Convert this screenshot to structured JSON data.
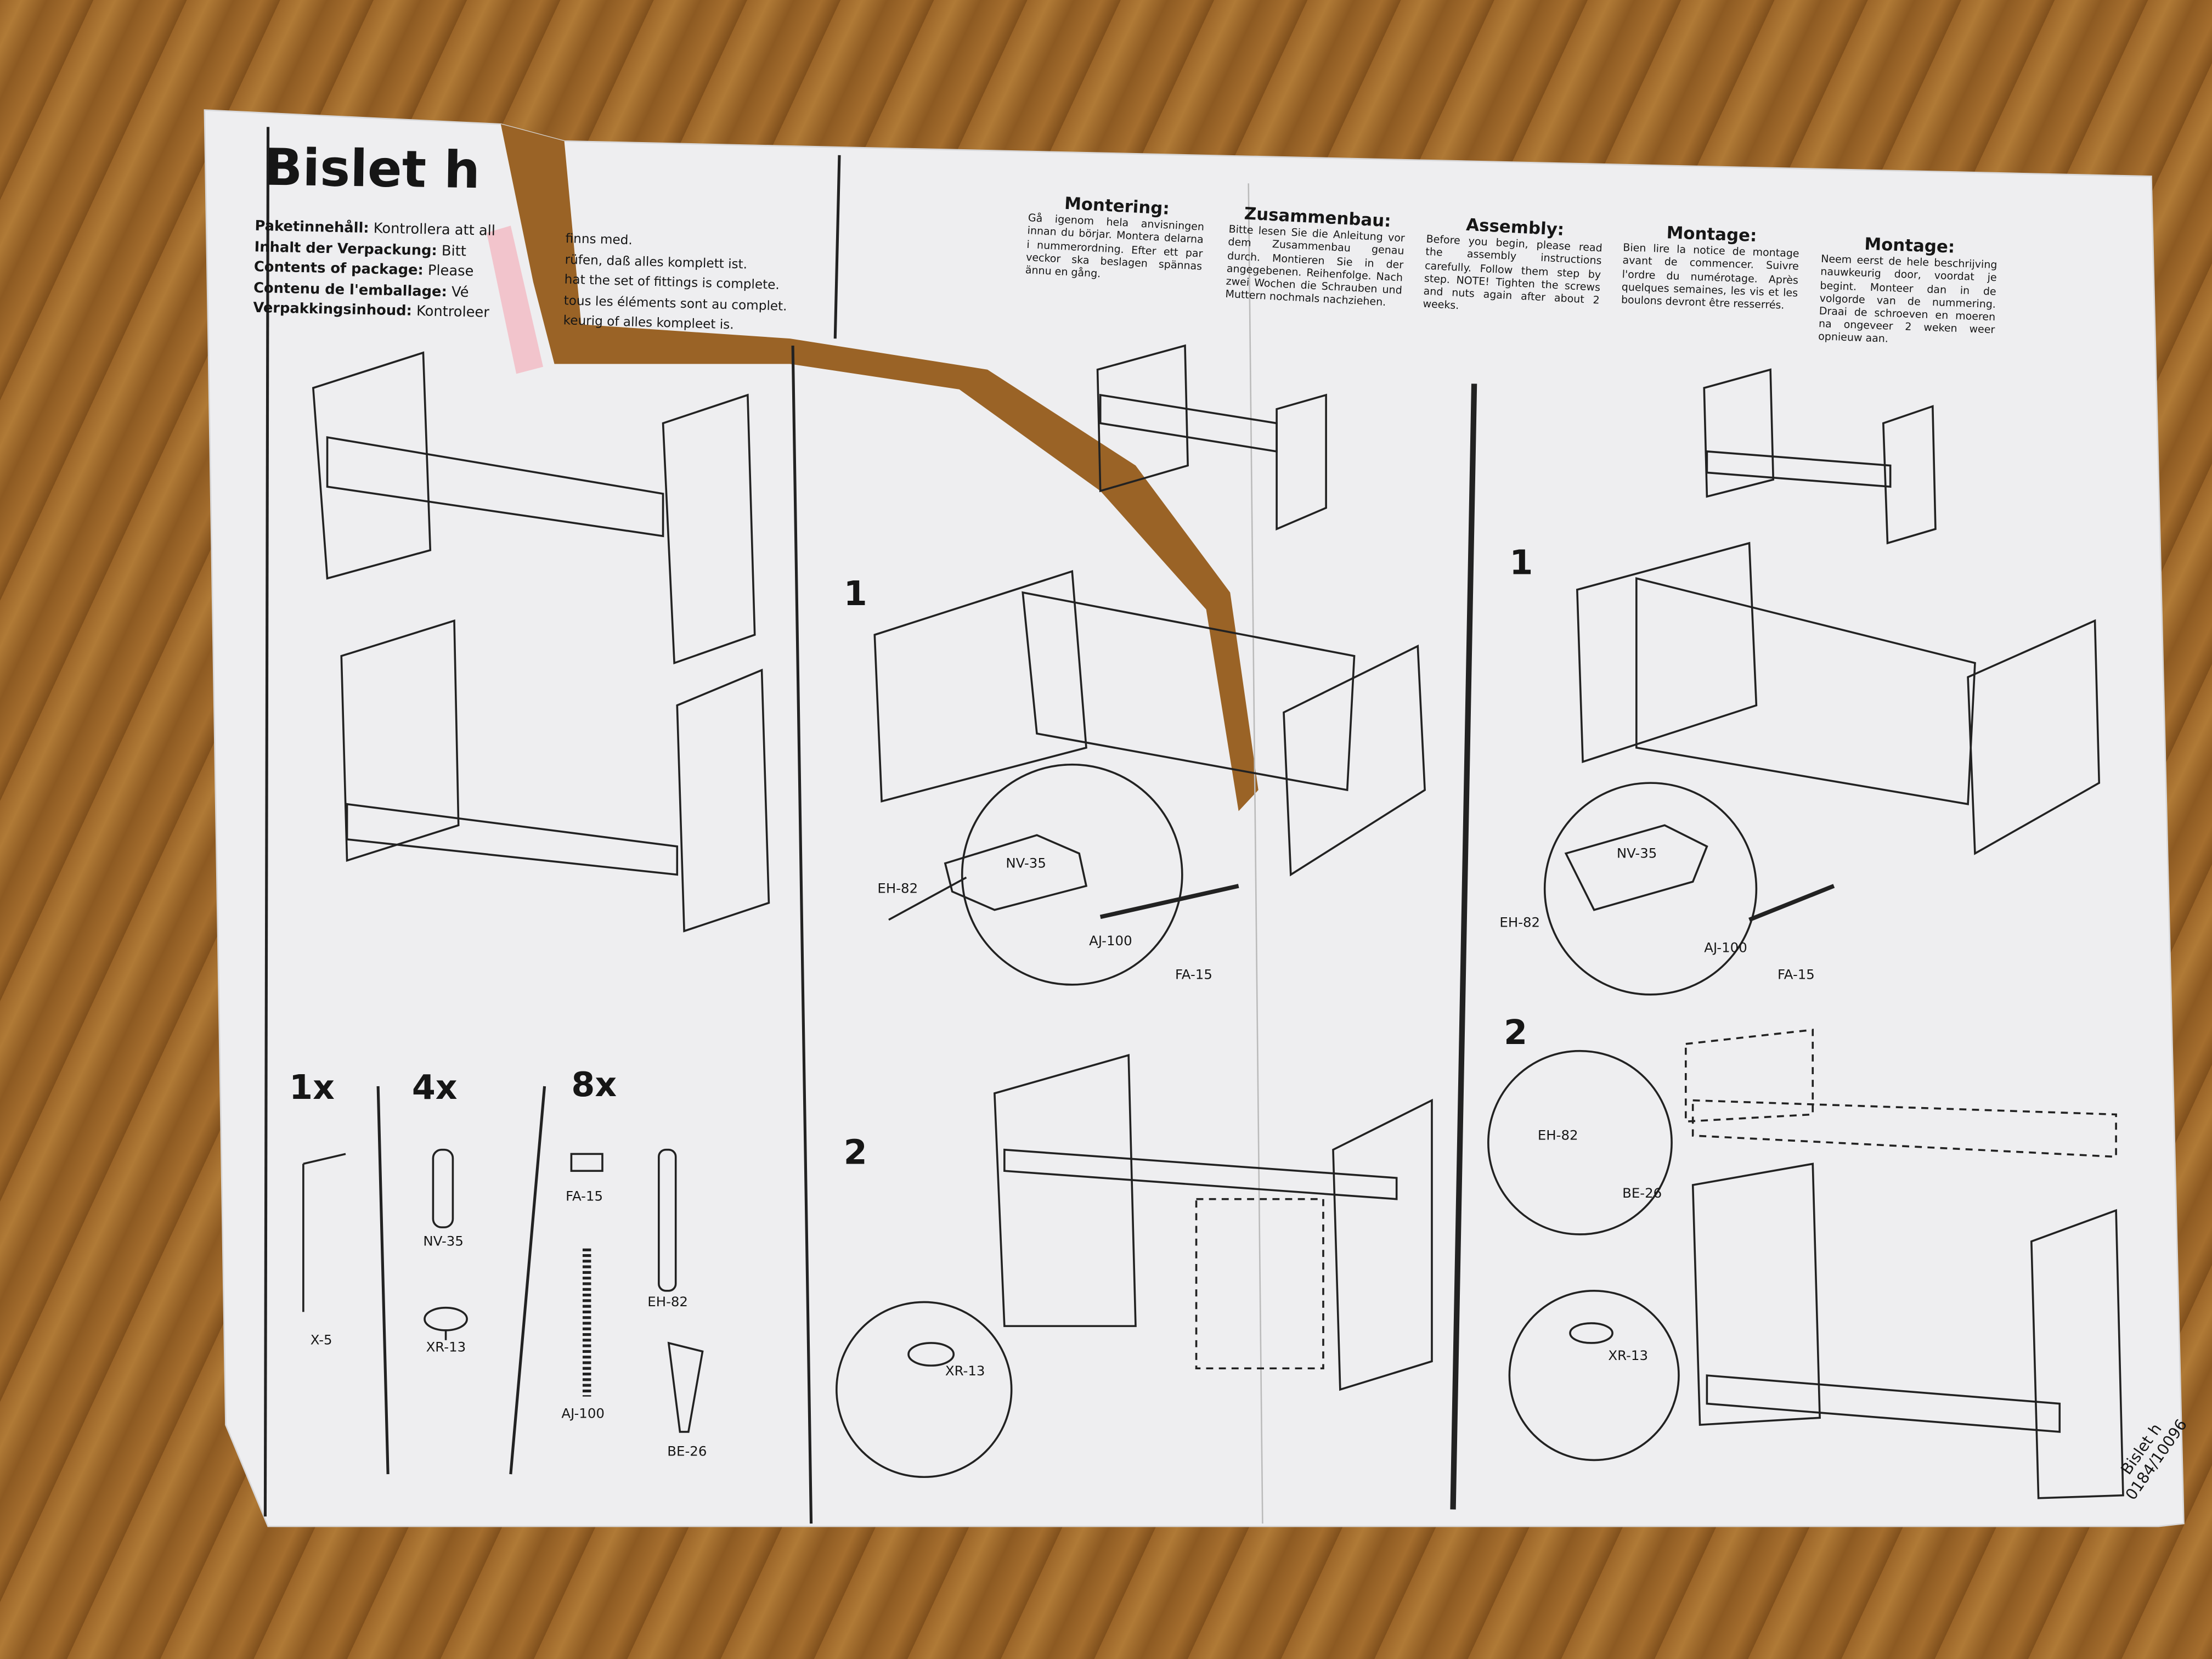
{
  "sheet": {
    "title": "Bislet h",
    "package_contents": [
      {
        "label": "Paketinnehåll:",
        "text": "Kontrollera att all",
        "cont": "finns med."
      },
      {
        "label": "Inhalt der Verpackung:",
        "text": "Bitt",
        "cont": "rüfen, daß alles komplett ist."
      },
      {
        "label": "Contents of package:",
        "text": "Please",
        "cont": "hat the set of fittings is complete."
      },
      {
        "label": "Contenu de l'emballage:",
        "text": "Vé",
        "cont": "tous les éléments sont au complet."
      },
      {
        "label": "Verpakkingsinhoud:",
        "text": "Kontroleer",
        "cont": "keurig of alles kompleet is."
      }
    ],
    "instructions": [
      {
        "heading": "Montering:",
        "body": "Gå igenom hela anvisningen innan du börjar. Montera delarna i nummerordning. Efter ett par veckor ska beslagen spännas ännu en gång."
      },
      {
        "heading": "Zusammenbau:",
        "body": "Bitte lesen Sie die Anleitung vor dem Zusammenbau genau durch. Montieren Sie in der angegebenen. Reihenfolge. Nach zwei Wochen die Schrauben und Muttern nochmals nachziehen."
      },
      {
        "heading": "Assembly:",
        "body": "Before you begin, please read the assembly instructions carefully. Follow them step by step. NOTE! Tighten the screws and nuts again after about 2 weeks."
      },
      {
        "heading": "Montage:",
        "body": "Bien lire la notice de montage avant de commencer. Suivre l'ordre du numérotage. Après quelques semaines, les vis et les boulons devront être resserrés."
      },
      {
        "heading": "Montage:",
        "body": "Neem eerst de hele beschrijving nauwkeurig door, voordat je begint. Monteer dan in de volgorde van de nummering. Draai de schroeven en moeren na ongeveer 2 weken weer opnieuw aan."
      }
    ],
    "parts": {
      "qty": [
        "1x",
        "4x",
        "8x"
      ],
      "labels": {
        "x5": "X-5",
        "nv35": "NV-35",
        "xr13": "XR-13",
        "fa15": "FA-15",
        "aj100": "AJ-100",
        "eh82": "EH-82",
        "be26": "BE-26"
      }
    },
    "steps": {
      "one": "1",
      "two": "2"
    },
    "callouts": {
      "eh82": "EH-82",
      "nv35": "NV-35",
      "aj100": "AJ-100",
      "fa15": "FA-15",
      "xr13": "XR-13",
      "be26": "BE-26"
    },
    "footer": {
      "name": "Bislet h",
      "code": "0184/10096"
    }
  }
}
